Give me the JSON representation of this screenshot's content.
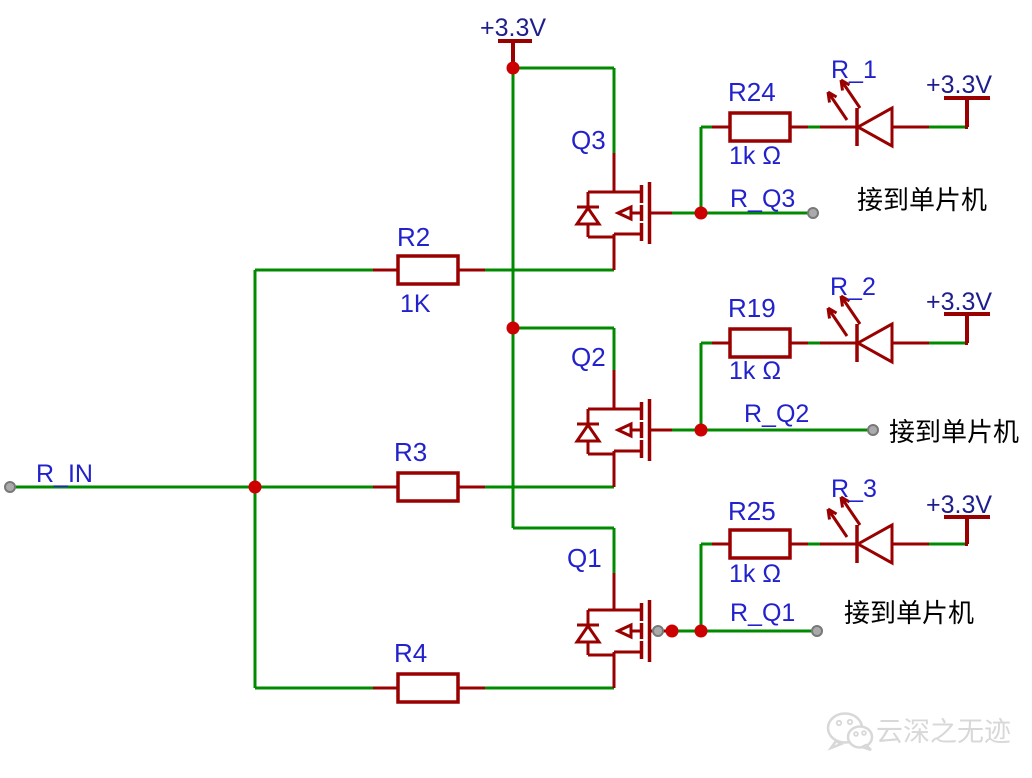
{
  "colors": {
    "wire": "#008A00",
    "symbol": "#990000",
    "junction": "#CC0000",
    "blue": "#2222CC",
    "power_blue": "#1E1E8C",
    "ink": "#000000",
    "terminal_fill": "#AAAAAA",
    "terminal_stroke": "#787878",
    "watermark": "#D8D8D8"
  },
  "labels": {
    "power": "+3.3V",
    "mcu_note": "接到单片机"
  },
  "nets": {
    "input": "R_IN",
    "q3_out": "R_Q3",
    "q2_out": "R_Q2",
    "q1_out": "R_Q1"
  },
  "components": {
    "q3": {
      "ref": "Q3"
    },
    "q2": {
      "ref": "Q2"
    },
    "q1": {
      "ref": "Q1"
    },
    "r2": {
      "ref": "R2",
      "value": "1K"
    },
    "r3": {
      "ref": "R3"
    },
    "r4": {
      "ref": "R4"
    },
    "r24": {
      "ref": "R24",
      "value": "1k Ω"
    },
    "r19": {
      "ref": "R19",
      "value": "1k Ω"
    },
    "r25": {
      "ref": "R25",
      "value": "1k Ω"
    },
    "led1": {
      "ref": "R_1"
    },
    "led2": {
      "ref": "R_2"
    },
    "led3": {
      "ref": "R_3"
    }
  },
  "watermark": {
    "text": "云深之无迹"
  }
}
